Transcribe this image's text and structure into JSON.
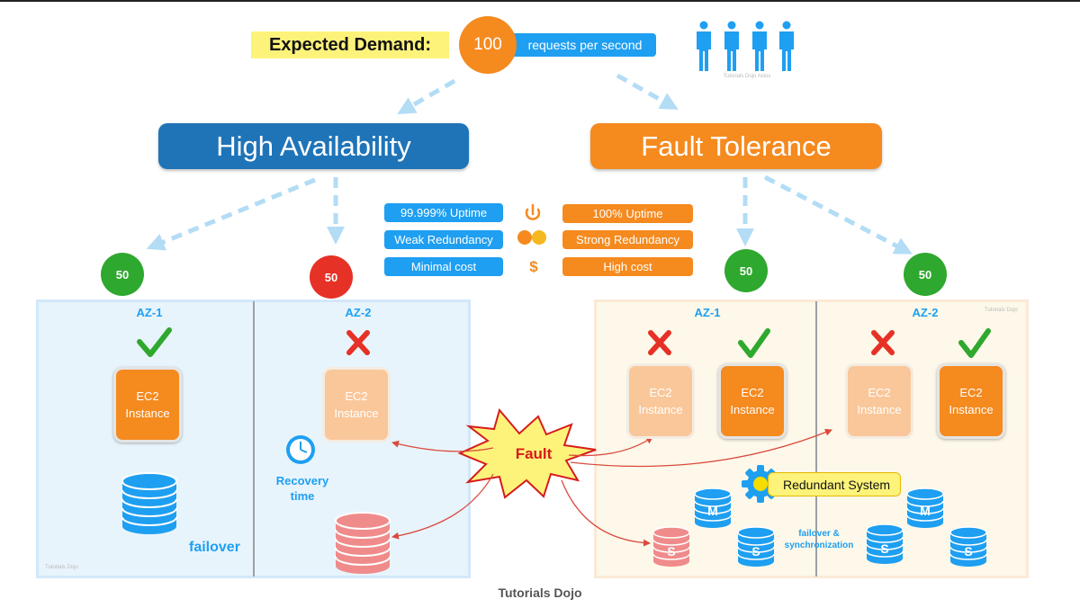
{
  "demand": {
    "label": "Expected Demand:",
    "value": "100",
    "unit": "requests per second",
    "people_caption": "Tutorials Dojo Axios"
  },
  "high_availability": {
    "title": "High Availability",
    "loads": [
      "50",
      "50"
    ],
    "zones": [
      "AZ-1",
      "AZ-2"
    ],
    "instance_label": "EC2 Instance",
    "instance_line1": "EC2",
    "instance_line2": "Instance",
    "recovery_line1": "Recovery",
    "recovery_line2": "time",
    "failover_label": "failover",
    "watermark": "Tutorials Dojo"
  },
  "fault_tolerance": {
    "title": "Fault Tolerance",
    "loads": [
      "50",
      "50"
    ],
    "zones": [
      "AZ-1",
      "AZ-2"
    ],
    "instance_line1": "EC2",
    "instance_line2": "Instance",
    "redundant_label": "Redundant System",
    "sync_line1": "failover &",
    "sync_line2": "synchronization",
    "master_letter": "M",
    "standby_letter": "S",
    "watermark": "Tutorials Dojo"
  },
  "comparison": {
    "ha": [
      "99.999% Uptime",
      "Weak Redundancy",
      "Minimal cost"
    ],
    "ft": [
      "100% Uptime",
      "Strong Redundancy",
      "High cost"
    ],
    "cost_symbol": "$"
  },
  "fault_label": "Fault",
  "footer": "Tutorials Dojo",
  "colors": {
    "ha_blue": "#1f74b8",
    "accent_blue": "#1e9ff1",
    "ft_orange": "#f58a1f",
    "healthy_green": "#2ea82e",
    "failed_red": "#e63126",
    "fault_yellow": "#fdf37a"
  }
}
